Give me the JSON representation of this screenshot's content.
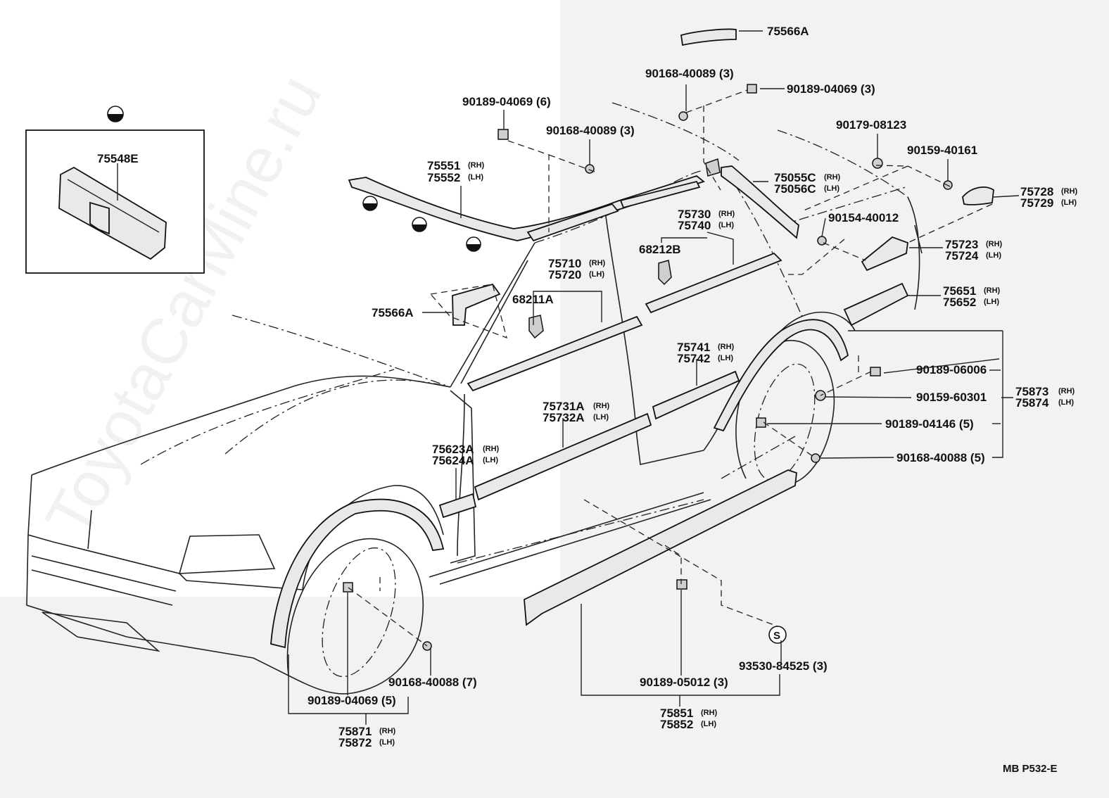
{
  "watermark": "ToyotaCarMine.ru",
  "diagram_code": "MB P532-E",
  "legend_symbol": "S",
  "colors": {
    "line": "#222222",
    "part_fill": "#e9e9e9",
    "background_tint": "#f2f2f2"
  },
  "labels": {
    "p75548e": "75548E",
    "p75566a_top": "75566A",
    "p90168_40089_top": "90168-40089 (3)",
    "p90189_04069_top": "90189-04069 (3)",
    "p90189_04069_6": "90189-04069 (6)",
    "p90168_40089_mid": "90168-40089 (3)",
    "p75551": "75551",
    "p75552": "75552",
    "p90179_08123": "90179-08123",
    "p90159_40161": "90159-40161",
    "p75055c": "75055C",
    "p75056c": "75056C",
    "p75728": "75728",
    "p75729": "75729",
    "p90154_40012": "90154-40012",
    "p75730": "75730",
    "p75740": "75740",
    "p68212b": "68212B",
    "p75723": "75723",
    "p75724": "75724",
    "p75710": "75710",
    "p75720": "75720",
    "p75566a_left": "75566A",
    "p68211a": "68211A",
    "p75651": "75651",
    "p75652": "75652",
    "p75741": "75741",
    "p75742": "75742",
    "p90189_06006": "90189-06006",
    "p90159_60301": "90159-60301",
    "p75873": "75873",
    "p75874": "75874",
    "p75731a": "75731A",
    "p75732a": "75732A",
    "p90189_04146": "90189-04146 (5)",
    "p75623a": "75623A",
    "p75624a": "75624A",
    "p90168_40088_5": "90168-40088 (5)",
    "p93530_84525": "93530-84525 (3)",
    "p90168_40088_7": "90168-40088 (7)",
    "p90189_05012": "90189-05012 (3)",
    "p90189_04069_5": "90189-04069 (5)",
    "p75851": "75851",
    "p75852": "75852",
    "p75871": "75871",
    "p75872": "75872",
    "rh": "(RH)",
    "lh": "(LH)"
  }
}
